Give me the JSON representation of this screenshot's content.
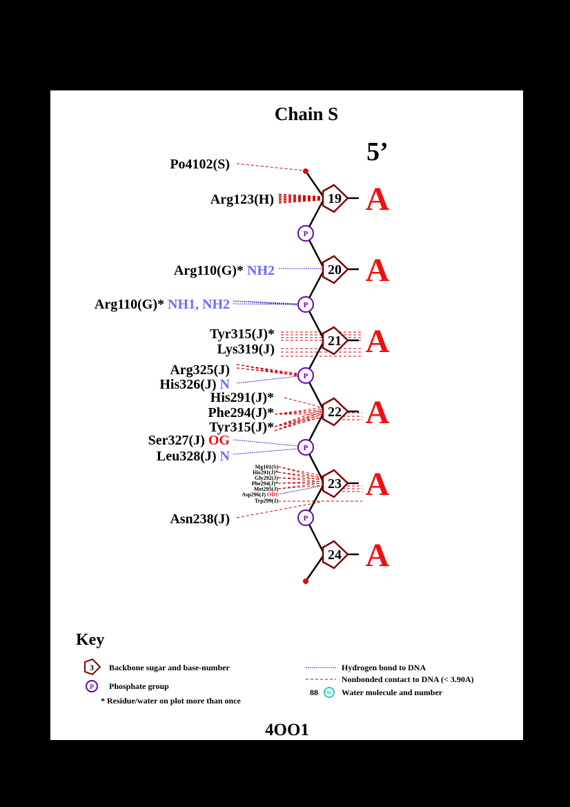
{
  "title": "Chain S",
  "five_prime": "5’",
  "pdb_id": "4OO1",
  "colors": {
    "nonbonded": "#cc0000",
    "hbond": "#3333cc",
    "sugar": "#800000",
    "phosphate": "#6600aa",
    "base": "#ee1111",
    "atom_blue": "#6a6aff",
    "atom_red": "#ee1111",
    "water": "#22cccc"
  },
  "nucleotides": [
    {
      "number": "19",
      "base": "A"
    },
    {
      "number": "20",
      "base": "A"
    },
    {
      "number": "21",
      "base": "A"
    },
    {
      "number": "22",
      "base": "A"
    },
    {
      "number": "23",
      "base": "A"
    },
    {
      "number": "24",
      "base": "A"
    }
  ],
  "phosphate_label": "P",
  "residues": {
    "po4102": {
      "name": "Po4102(S)",
      "atom": ""
    },
    "arg123": {
      "name": "Arg123(H)",
      "atom": ""
    },
    "arg110_a": {
      "name": "Arg110(G)*",
      "atom": "NH2"
    },
    "arg110_b": {
      "name": "Arg110(G)*",
      "atom": "NH1, NH2"
    },
    "tyr315_a": {
      "name": "Tyr315(J)*",
      "atom": ""
    },
    "lys319": {
      "name": "Lys319(J)",
      "atom": ""
    },
    "arg325": {
      "name": "Arg325(J)",
      "atom": ""
    },
    "his326": {
      "name": "His326(J)",
      "atom": "N"
    },
    "his291_a": {
      "name": "His291(J)*",
      "atom": ""
    },
    "phe294_a": {
      "name": "Phe294(J)*",
      "atom": ""
    },
    "tyr315_b": {
      "name": "Tyr315(J)*",
      "atom": ""
    },
    "ser327": {
      "name": "Ser327(J)",
      "atom": "OG"
    },
    "leu328": {
      "name": "Leu328(J)",
      "atom": "N"
    },
    "mg101": {
      "name": "Mg101(S)",
      "atom": ""
    },
    "his291_b": {
      "name": "His291(J)*",
      "atom": ""
    },
    "gly292": {
      "name": "Gly292(J)",
      "atom": ""
    },
    "phe294_b": {
      "name": "Phe294(J)*",
      "atom": ""
    },
    "met295": {
      "name": "Met295(J)",
      "atom": ""
    },
    "asp296": {
      "name": "Asp296(J)",
      "atom": "OD1"
    },
    "trp299": {
      "name": "Trp299(J)",
      "atom": ""
    },
    "asn238": {
      "name": "Asn238(J)",
      "atom": ""
    }
  },
  "key": {
    "title": "Key",
    "sugar_example_number": "3",
    "sugar_text": "Backbone sugar and base-number",
    "phosphate_text": "Phosphate group",
    "repeat_text": "* Residue/water on plot more than once",
    "hbond_text": "Hydrogen bond to DNA",
    "nonbonded_text": "Nonbonded contact to DNA (< 3.90A)",
    "water_number": "88",
    "water_symbol": "W",
    "water_text": "Water molecule and number"
  }
}
